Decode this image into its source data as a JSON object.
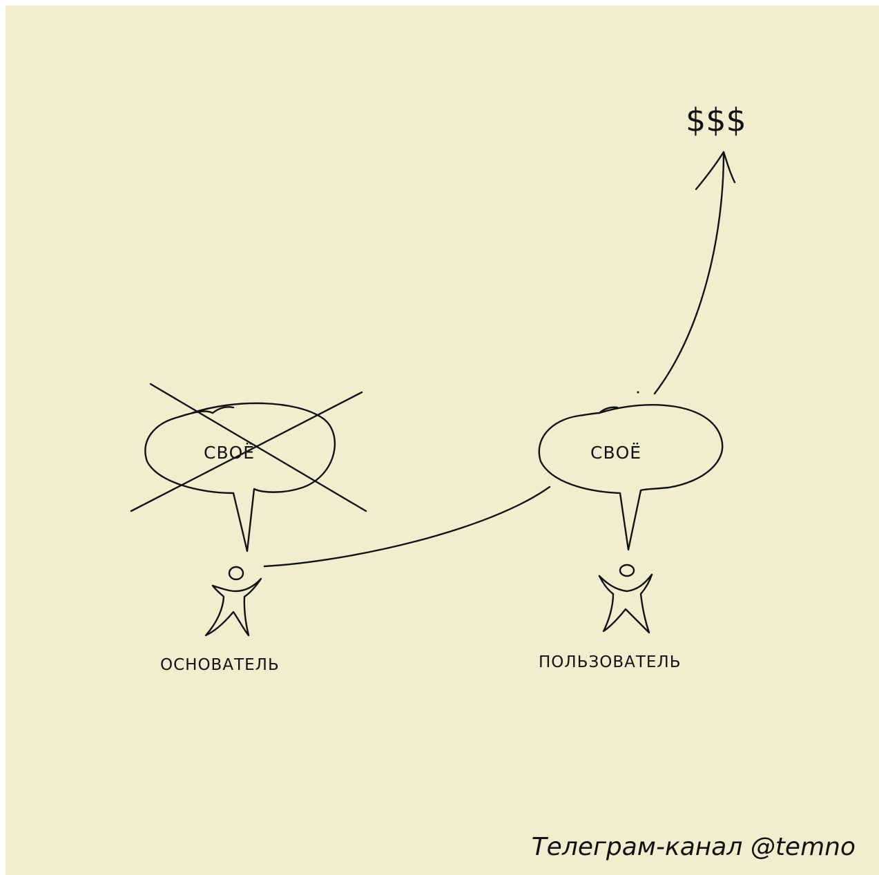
{
  "diagram": {
    "founder": {
      "bubble_text": "СВОЁ",
      "label": "ОСНОВАТЕЛЬ",
      "bubble_crossed_out": true
    },
    "user": {
      "bubble_text": "СВОЁ",
      "label": "ПОЛЬЗОВАТЕЛЬ",
      "bubble_crossed_out": false
    },
    "target": {
      "text": "$$$"
    }
  },
  "footer": {
    "credit": "Телеграм-канал @temno"
  }
}
